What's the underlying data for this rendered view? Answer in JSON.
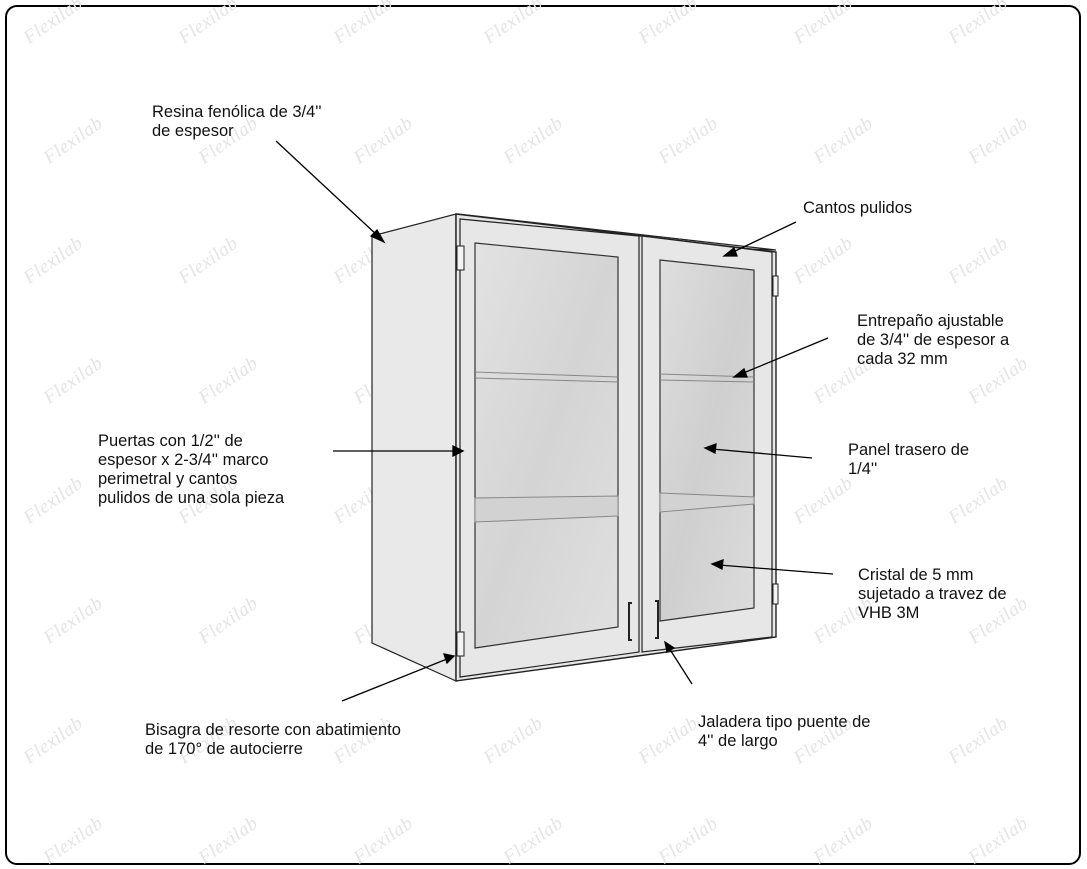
{
  "watermark": "Flexilab",
  "labels": {
    "resina": [
      "Resina fenólica de 3/4''",
      "de espesor"
    ],
    "cantos": [
      "Cantos pulidos"
    ],
    "entrepano": [
      "Entrepaño ajustable",
      "de 3/4'' de espesor a",
      "cada 32 mm"
    ],
    "puertas": [
      "Puertas con 1/2'' de",
      "espesor x 2-3/4'' marco",
      "perimetral y cantos",
      "pulidos de una sola pieza"
    ],
    "panel": [
      "Panel trasero de",
      "1/4''"
    ],
    "cristal": [
      "Cristal de 5 mm",
      "sujetado a travez de",
      "VHB 3M"
    ],
    "bisagra": [
      "Bisagra de resorte con abatimiento",
      "de 170° de autocierre"
    ],
    "jaladera": [
      "Jaladera tipo puente de",
      "4'' de largo"
    ]
  }
}
